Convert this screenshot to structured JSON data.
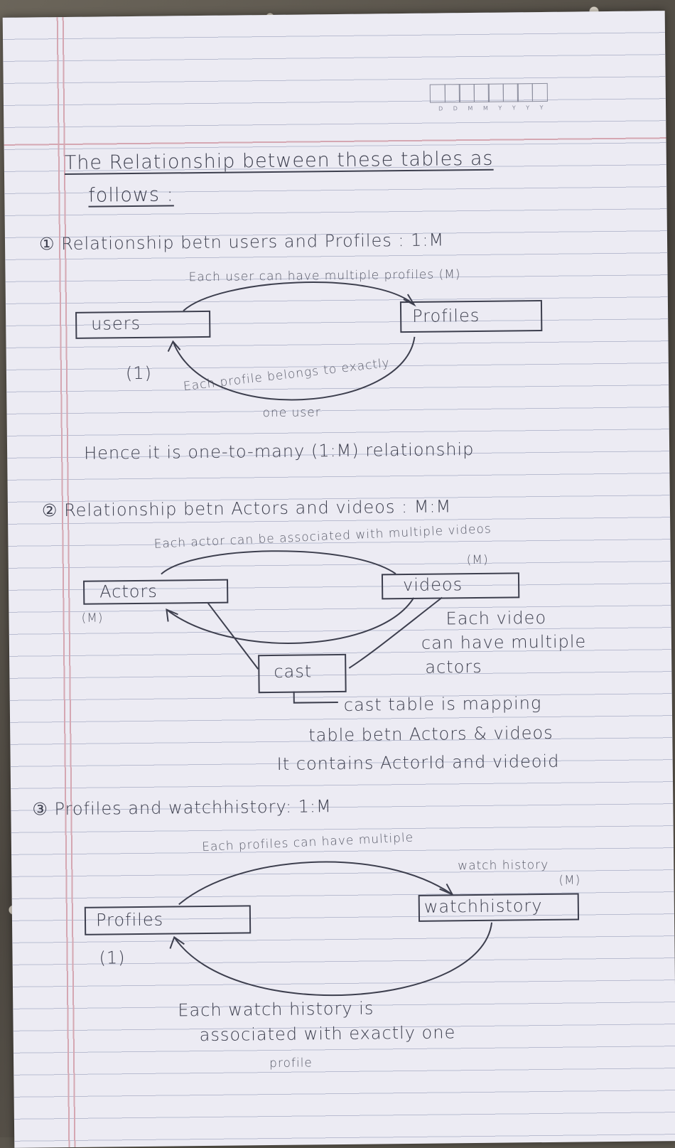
{
  "heading": {
    "line1": "The Relationship between these tables as",
    "line2": "follows :"
  },
  "date_labels": "D D M M Y Y Y Y",
  "section1": {
    "title": "① Relationship betn users and Profiles : 1:M",
    "top_note": "Each user can have multiple profiles (M)",
    "left_entity": "users",
    "right_entity": "Profiles",
    "left_card": "(1)",
    "bottom_note1": "Each profile belongs to exactly",
    "bottom_note2": "one user",
    "conclusion": "Hence it is one-to-many (1:M) relationship"
  },
  "section2": {
    "title": "② Relationship betn Actors and videos : M:M",
    "top_note": "Each actor can be associated with multiple videos",
    "right_card": "(M)",
    "left_entity": "Actors",
    "right_entity": "videos",
    "left_card": "(M)",
    "middle_entity": "cast",
    "video_note1": "Each video",
    "video_note2": "can have multiple",
    "video_note3": "actors",
    "cast_note1": "cast table is mapping",
    "cast_note2": "table betn Actors & videos",
    "cast_note3": "It contains ActorId and videoid"
  },
  "section3": {
    "title": "③ Profiles and watchhistory: 1:M",
    "top_note1": "Each profiles can have multiple",
    "top_note2": "watch history",
    "right_card": "(M)",
    "left_entity": "Profiles",
    "right_entity": "watchhistory",
    "left_card": "(1)",
    "bottom_note1": "Each watch history is",
    "bottom_note2": "associated with exactly one",
    "bottom_note3": "profile"
  }
}
